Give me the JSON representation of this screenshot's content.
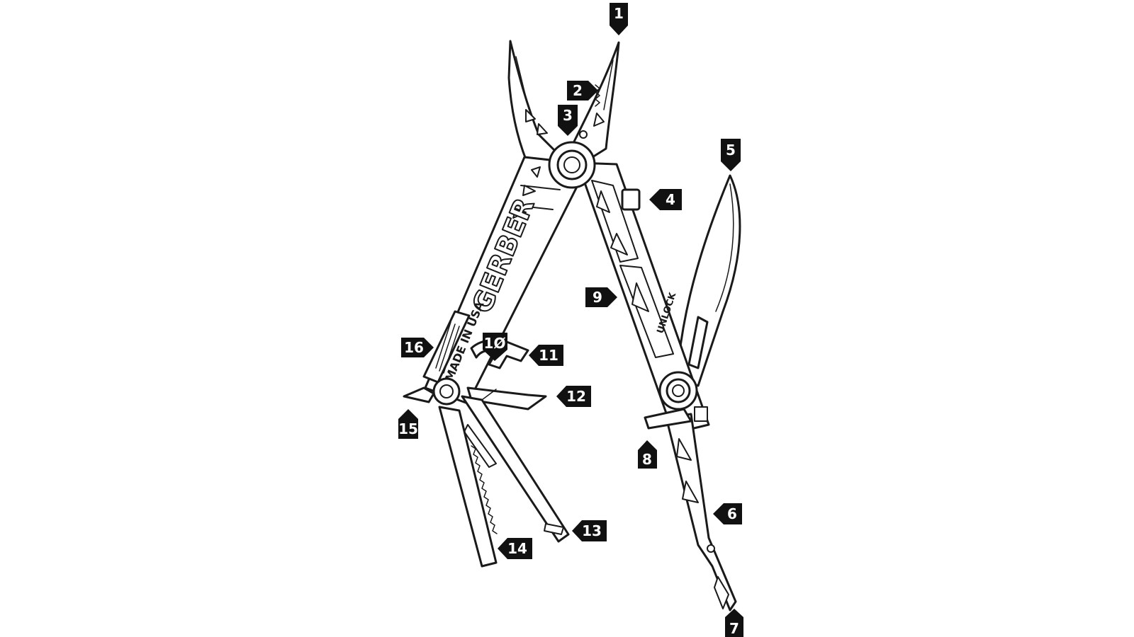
{
  "diagram": {
    "engraving_brand": "GERBER",
    "engraving_origin": "MADE IN USA",
    "engraving_lock": "UNLOCK",
    "colors": {
      "line": "#1a1a1a",
      "fill": "#ffffff",
      "callout": "#111111",
      "callout_text": "#ffffff"
    }
  },
  "callouts": [
    {
      "id": "1",
      "label": "1"
    },
    {
      "id": "2",
      "label": "2"
    },
    {
      "id": "3",
      "label": "3"
    },
    {
      "id": "4",
      "label": "4"
    },
    {
      "id": "5",
      "label": "5"
    },
    {
      "id": "6",
      "label": "6"
    },
    {
      "id": "7",
      "label": "7"
    },
    {
      "id": "8",
      "label": "8"
    },
    {
      "id": "9",
      "label": "9"
    },
    {
      "id": "10",
      "label": "1Ø"
    },
    {
      "id": "11",
      "label": "11"
    },
    {
      "id": "12",
      "label": "12"
    },
    {
      "id": "13",
      "label": "13"
    },
    {
      "id": "14",
      "label": "14"
    },
    {
      "id": "15",
      "label": "15"
    },
    {
      "id": "16",
      "label": "16"
    }
  ]
}
